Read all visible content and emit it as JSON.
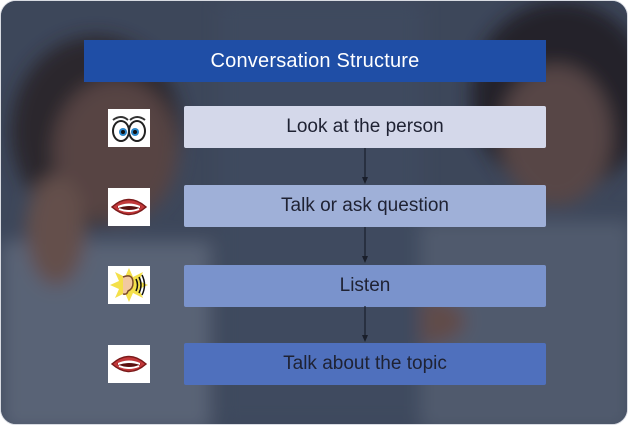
{
  "diagram": {
    "title": "Conversation Structure",
    "steps": [
      {
        "label": "Look at the person",
        "icon": "eyes-icon"
      },
      {
        "label": "Talk or ask question",
        "icon": "mouth-icon"
      },
      {
        "label": "Listen",
        "icon": "ear-icon"
      },
      {
        "label": "Talk about the topic",
        "icon": "mouth-icon"
      }
    ]
  },
  "colors": {
    "title_bar": "#1f4ea6",
    "step_1": "#d4d8ea",
    "step_2": "#9fb0d8",
    "step_3": "#7a93cc",
    "step_4": "#4f70bd"
  }
}
